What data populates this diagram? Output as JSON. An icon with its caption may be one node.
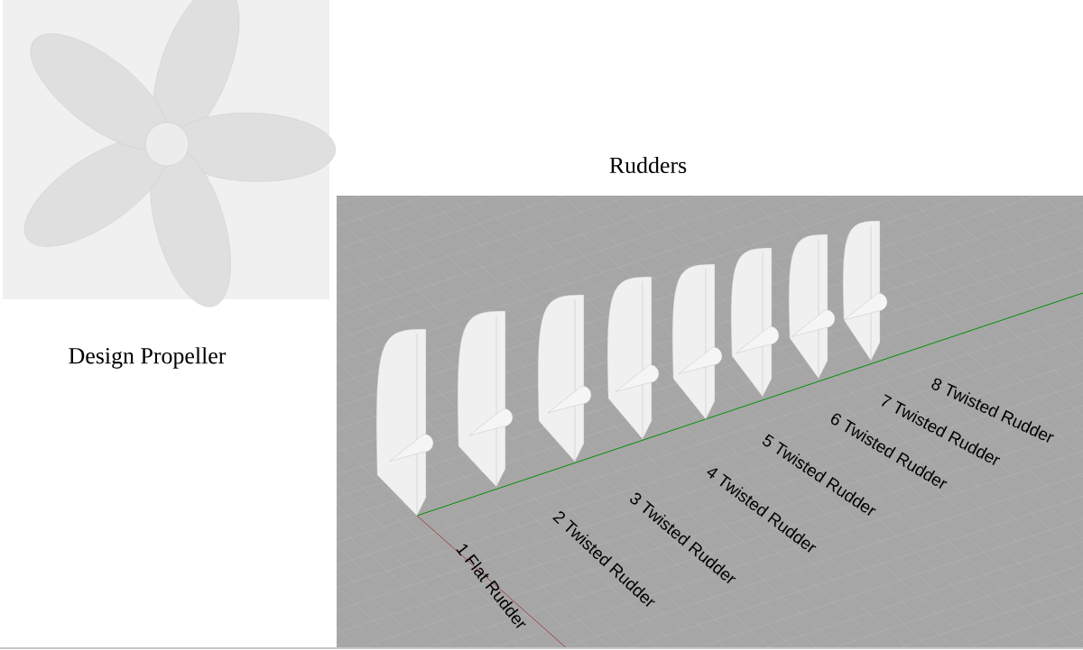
{
  "diagram": {
    "labels": [
      "Design Propeller",
      "Rudders",
      "1 Flat Rudder",
      "2 Twisted Rudder",
      "3 Twisted Rudder",
      "4 Twisted Rudder",
      "5 Twisted Rudder",
      "6 Twisted Rudder",
      "7 Twisted Rudder",
      "8 Twisted Rudder"
    ]
  }
}
